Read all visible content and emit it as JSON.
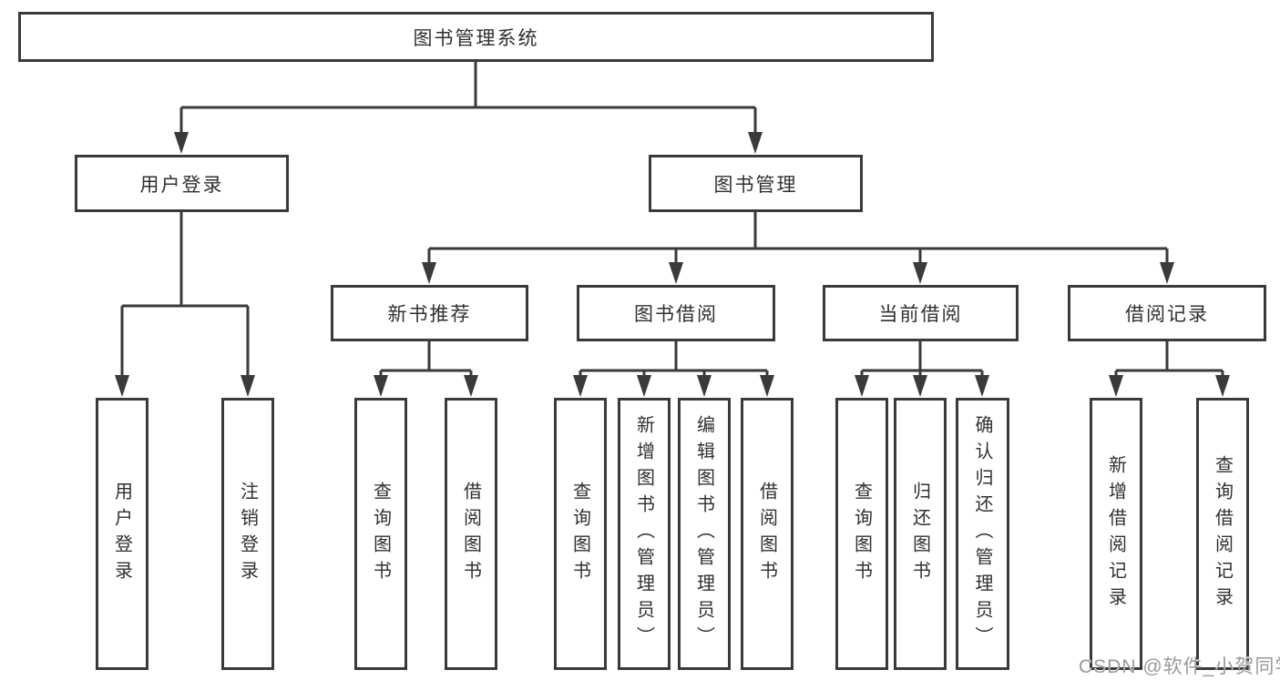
{
  "diagram": {
    "watermark": "CSDN @软件_小贺同学",
    "colors": {
      "line": "#3a3a3a",
      "text": "#303030",
      "background": "#ffffff",
      "watermark": "#9a9a9a"
    },
    "tree": {
      "root": {
        "label": "图书管理系统",
        "children": [
          {
            "label": "用户登录",
            "children": [
              {
                "label": "用户登录"
              },
              {
                "label": "注销登录"
              }
            ]
          },
          {
            "label": "图书管理",
            "children": [
              {
                "label": "新书推荐",
                "children": [
                  {
                    "label": "查询图书"
                  },
                  {
                    "label": "借阅图书"
                  }
                ]
              },
              {
                "label": "图书借阅",
                "children": [
                  {
                    "label": "查询图书"
                  },
                  {
                    "label": "新增图书（管理员）"
                  },
                  {
                    "label": "编辑图书（管理员）"
                  },
                  {
                    "label": "借阅图书"
                  }
                ]
              },
              {
                "label": "当前借阅",
                "children": [
                  {
                    "label": "查询图书"
                  },
                  {
                    "label": "归还图书"
                  },
                  {
                    "label": "确认归还（管理员）"
                  }
                ]
              },
              {
                "label": "借阅记录",
                "children": [
                  {
                    "label": "新增借阅记录"
                  },
                  {
                    "label": "查询借阅记录"
                  }
                ]
              }
            ]
          }
        ]
      }
    }
  }
}
